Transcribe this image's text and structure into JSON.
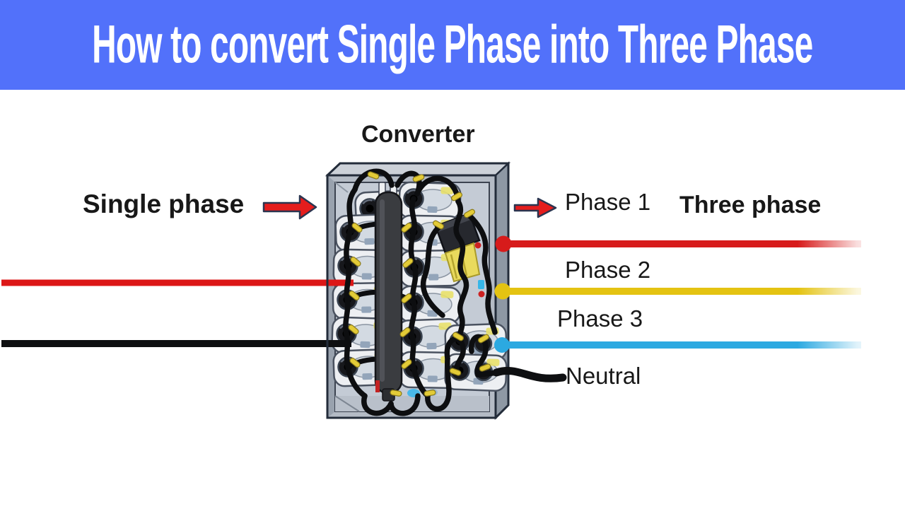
{
  "header": {
    "title": "How to convert Single Phase into Three Phase"
  },
  "diagram": {
    "converter_label": "Converter",
    "input": {
      "label": "Single phase",
      "wires": [
        {
          "name": "line-wire",
          "color": "#dc1717"
        },
        {
          "name": "neutral-wire",
          "color": "#0e0f11"
        }
      ]
    },
    "output": {
      "heading": "Three phase",
      "phases": [
        {
          "label": "Phase 1",
          "color": "#d71b1b"
        },
        {
          "label": "Phase 2",
          "color": "#e4c312"
        },
        {
          "label": "Phase 3",
          "color": "#2ca9e1"
        },
        {
          "label": "Neutral",
          "color": "#0e0f11"
        }
      ]
    }
  },
  "colors": {
    "banner_bg": "#5271fa",
    "title_text": "#ffffff",
    "label_text": "#181818",
    "arrow_red": "#e51d1d",
    "arrow_outline": "#2b3550",
    "box_top": "#ccd1d8",
    "box_side": "#8e98a4",
    "box_front": "#b4bbc5",
    "box_panel": "#c4cbd5",
    "box_outline": "#232c3a",
    "wire_black": "#0d0e10",
    "tie_yellow": "#e3cb37"
  }
}
